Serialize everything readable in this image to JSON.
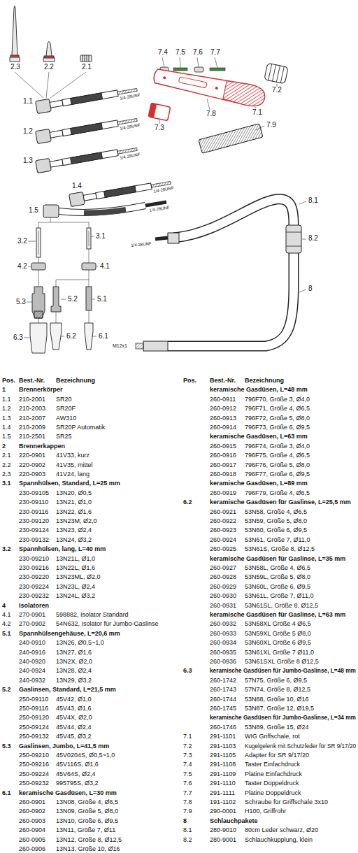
{
  "diagram": {
    "labels": [
      "2.3",
      "2.2",
      "2.1",
      "1.1",
      "1/4-28UNF",
      "1.2",
      "1/4-28UNF",
      "1.3",
      "1/4-28UNF",
      "1.4",
      "1/4-28UNF",
      "1.5",
      "1/4-28UNF",
      "7.4",
      "7.5",
      "7.6",
      "7.7",
      "7.2",
      "7.1",
      "7.3",
      "7.8",
      "7.9",
      "1/4-28UNF",
      "8.1",
      "8.2",
      "8",
      "M12x1",
      "3.2",
      "3.1",
      "4.2",
      "4.1",
      "5.3",
      "5.2",
      "5.1",
      "6.3",
      "6.2",
      "6.1",
      "Pos.",
      "Best.-Nr.",
      "Bezeichnung",
      "1",
      "Brennerkörper",
      "1.1",
      "210-2001",
      "SR20",
      "1.2",
      "210-2003",
      "SR20F",
      "1.3",
      "210-2007",
      "AW310",
      "1.4",
      "210-2009",
      "SR20P Automatik",
      "1.5",
      "210-2501",
      "SR25",
      "2",
      "Brennerkappen",
      "2.1",
      "220-0901",
      "41V33, kurz",
      "2.2",
      "220-0902",
      "41V35, mittel",
      "2.3",
      "220-0903",
      "41V24, lang",
      "3.1",
      "Spannhülsen, Standard, L=25 mm",
      "230-09105",
      "13N20, Ø0,5",
      "230-09110",
      "13N21, Ø1,0",
      "230-09116",
      "13N22, Ø1,6",
      "230-09120",
      "13N23M, Ø2,0",
      "230-09124",
      "13N23, Ø2,4",
      "230-09132",
      "13N24, Ø3,2",
      "3.2",
      "Spannhülsen, lang, L=40 mm",
      "230-09210",
      "13N21L, Ø1,0",
      "230-09216",
      "13N22L, Ø1,6",
      "230-09220",
      "13N23ML, Ø2,0",
      "230-09224",
      "13N23L, Ø2,4",
      "230-09232",
      "13N24L, Ø3,2",
      "4",
      "Isolatoren",
      "4.1",
      "270-0901",
      "598882, Isolator Standard",
      "4.2",
      "270-0902",
      "54N632, Isolator für Jumbo-Gaslinse",
      "5.1",
      "Spannhülsengehäuse, L=20,6 mm",
      "240-0910",
      "13N26, Ø0,5~1,0",
      "240-0916",
      "13N27, Ø1,6",
      "240-0920",
      "13N2X, Ø2,0",
      "240-0924",
      "13N28, Ø2,4",
      "240-0932",
      "13N29, Ø3,2",
      "5.2",
      "Gaslinsen, Standard, L=21,5 mm",
      "250-09110",
      "45V42, Ø1,0",
      "250-09116",
      "45V43, Ø1,6",
      "250-09120",
      "45V4X, Ø2,0",
      "250-09124",
      "45V44, Ø2,4",
      "250-09132",
      "45V45, Ø3,2",
      "5.3",
      "Gaslinsen, Jumbo, L=41,5 mm",
      "250-09210",
      "45V0204S, Ø0,5~1,0",
      "250-09216",
      "45V116S, Ø1,6",
      "250-09224",
      "45V64S, Ø2,4",
      "250-09232",
      "995795S, Ø3,2",
      "6.1",
      "keramische Gasdüsen, L=30 mm",
      "260-0901",
      "13N08, Größe 4, Ø6,5",
      "260-0902",
      "13N09, Größe 5, Ø8,0",
      "260-0903",
      "13N10, Größe 6, Ø9,5",
      "260-0904",
      "13N11, Größe 7, Ø11",
      "260-0905",
      "13N12, Größe 8, Ø12,5",
      "260-0906",
      "13N13, Größe 10, Ø16",
      "Pos.",
      "Best.-Nr.",
      "Bezeichnung",
      "keramische Gasdüsen, L=48 mm",
      "260-0911",
      "796F70, Größe 3, Ø4,0",
      "260-0912",
      "796F71, Größe 4, Ø6,5",
      "260-0913",
      "796F72, Größe 5, Ø8,0",
      "260-0914",
      "796F73, Größe 6, Ø9,5",
      "keramische Gasdüsen, L=63 mm",
      "260-0915",
      "796F74, Größe 3, Ø4,0",
      "260-0916",
      "796F75, Größe 4, Ø6,5",
      "260-0917",
      "796F76, Größe 5, Ø8,0",
      "260-0918",
      "796F77, Größe 6, Ø9,5",
      "keramische Gasdüsen, L=89 mm",
      "260-0919",
      "796F79, Größe 4, Ø6,5",
      "6.2",
      "keramische Gasdüsen für Gaslinse, L=25,5 mm",
      "260-0921",
      "53N58, Größe 4, Ø6,5",
      "260-0922",
      "53N59, Größe 5, Ø8,0",
      "260-0923",
      "53N60, Größe 6, Ø9,5",
      "260-0924",
      "53N61, Größe 7, Ø11,0",
      "260-0925",
      "53N61S, Größe 8, Ø12,5",
      "keramische Gasdüsen für Gaslinse, L=35 mm",
      "260-0927",
      "53N58L, Größe 4, Ø6,5",
      "260-0928",
      "53N59L, Größe 5, Ø8,0",
      "260-0929",
      "53N60L, Größe 6, Ø9,5",
      "260-0930",
      "53N61L, Größe 7, Ø11,0",
      "260-0931",
      "53N61SL, Größe 8, Ø12,5",
      "keramische Gasdüsen für Gaslinse, L=63 mm",
      "260-0932",
      "53N58XL Größe 4 Ø6,5",
      "260-0933",
      "53N59XL Größe 5 Ø8,0",
      "260-0934",
      "53N60XL Größe 6 Ø9,5",
      "260-0935",
      "53N61XL Größe 7 Ø11,0",
      "260-0936",
      "53N61SXL Größe 8 Ø12,5",
      "6.3",
      "keramische Gasdüsen für Jumbo-Gaslinse, L=48 mm",
      "260-1742",
      "57N75, Größe 6, Ø9,5",
      "260-1743",
      "57N74, Größe 8, Ø12,5",
      "260-1744",
      "53N88, Größe 10, Ø16",
      "260-1745",
      "53N87, Größe 12, Ø19,5",
      "keramische Gasdüsen für Jumbo-Gaslinse, L=34 mm",
      "260-1746",
      "53N89, Größe 15, Ø24",
      "7.1",
      "291-1101",
      "WIG Griffschale, rot",
      "7.2",
      "291-1103",
      "Kugelgelenk mit Schutzfeder für SR 9/17/20",
      "7.3",
      "291-1105",
      "Adapter für SR 9/17/20",
      "7.4",
      "291-1108",
      "Taster Einfachdruck",
      "7.5",
      "291-1109",
      "Platine Einfachdruck",
      "7.6",
      "291-1110",
      "Taster Doppeldruck",
      "7.7",
      "291-1111",
      "Platine Doppeldruck",
      "7.8",
      "191-1102",
      "Schraube für Griffschale 3x10",
      "7.9",
      "290-0001",
      "H100, Griffrohr",
      "8",
      "Schlauchpakete",
      "8.1",
      "280-9010",
      "80cm Leder schwarz, Ø20",
      "8.2",
      "280-9001",
      "Schlauchkupplung, klein"
    ]
  }
}
